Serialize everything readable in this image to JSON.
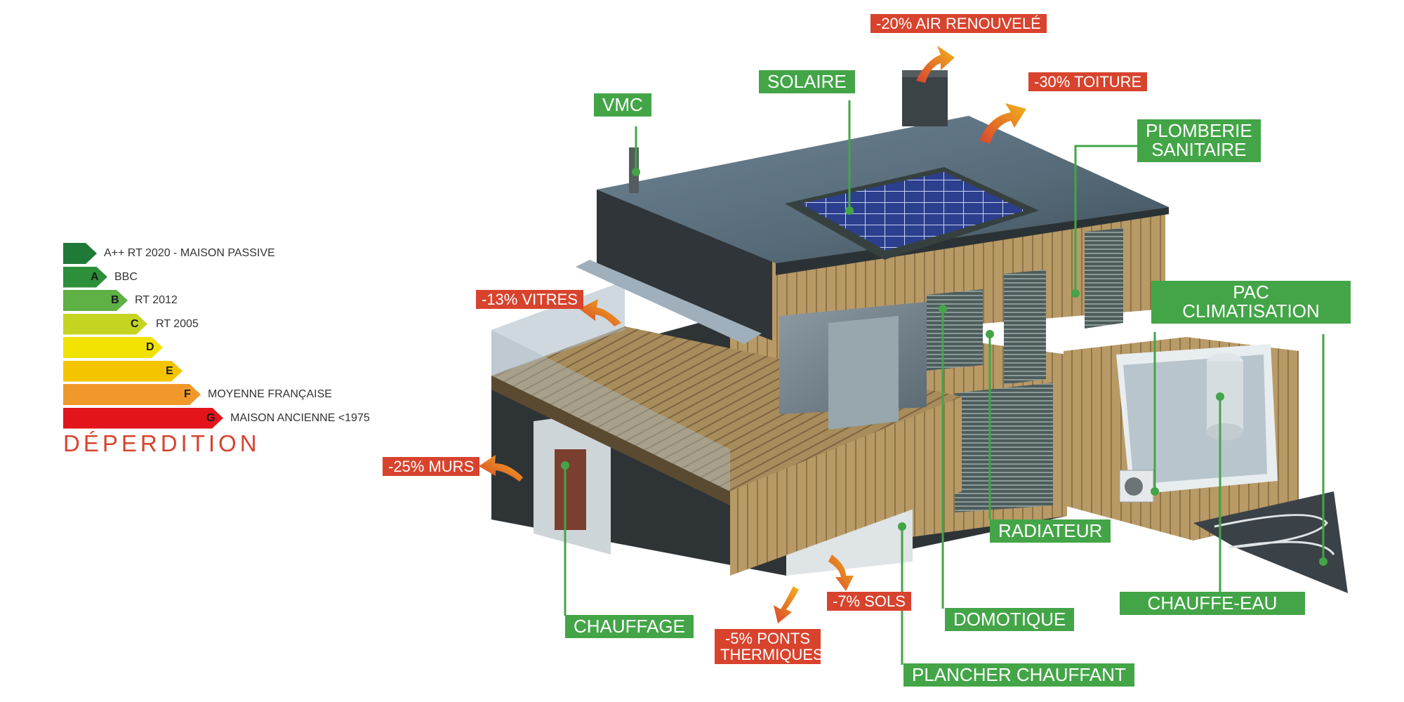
{
  "energy_scale": {
    "rows": [
      {
        "letter": "",
        "description": "A++ RT 2020 - MAISON PASSIVE",
        "color": "#1f7a37"
      },
      {
        "letter": "A",
        "description": "BBC",
        "color": "#2e8f3b"
      },
      {
        "letter": "B",
        "description": "RT 2012",
        "color": "#5fb045"
      },
      {
        "letter": "C",
        "description": "RT 2005",
        "color": "#c5d420"
      },
      {
        "letter": "D",
        "description": "",
        "color": "#f2e200"
      },
      {
        "letter": "E",
        "description": "",
        "color": "#f5c400"
      },
      {
        "letter": "F",
        "description": "MOYENNE FRANÇAISE",
        "color": "#f0982b"
      },
      {
        "letter": "G",
        "description": "MAISON ANCIENNE <1975",
        "color": "#e3141b"
      }
    ],
    "title": "DÉPERDITION"
  },
  "equipment_labels": {
    "vmc": "VMC",
    "solaire": "SOLAIRE",
    "plomberie_line1": "PLOMBERIE",
    "plomberie_line2": "SANITAIRE",
    "pac_line1": "PAC",
    "pac_line2": "CLIMATISATION",
    "radiateur": "RADIATEUR",
    "chauffe_eau": "CHAUFFE-EAU",
    "domotique": "DOMOTIQUE",
    "plancher": "PLANCHER CHAUFFANT",
    "chauffage": "CHAUFFAGE"
  },
  "loss_labels": {
    "air": "-20% AIR RENOUVELÉ",
    "toiture": "-30% TOITURE",
    "vitres": "-13% VITRES",
    "murs": "-25% MURS",
    "sols": "-7% SOLS",
    "ponts_line1": "-5% PONTS",
    "ponts_line2": "THERMIQUES"
  },
  "colors": {
    "label_green": "#43a547",
    "loss_red": "#d8432d",
    "deperdition_red": "#d8432d"
  }
}
